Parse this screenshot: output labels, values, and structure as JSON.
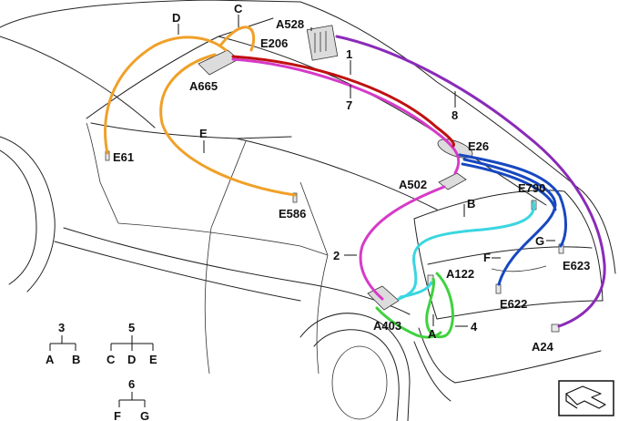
{
  "colors": {
    "orange": "#f0a028",
    "magenta": "#d63ac8",
    "darkred": "#c01010",
    "purple": "#8a2bb8",
    "cyan": "#3ad6e0",
    "blue": "#1848c0",
    "green": "#3ed23e",
    "outline": "#222222"
  },
  "labels": {
    "D": "D",
    "C": "C",
    "A528": "A528",
    "E206": "E206",
    "one": "1",
    "A665": "A665",
    "seven": "7",
    "eight": "8",
    "E": "E",
    "E61": "E61",
    "E26": "E26",
    "A502": "A502",
    "E790": "E790",
    "B": "B",
    "E586": "E586",
    "two": "2",
    "G": "G",
    "F": "F",
    "E623": "E623",
    "A122": "A122",
    "E622": "E622",
    "A403": "A403",
    "A": "A",
    "four": "4",
    "A24": "A24"
  },
  "legend": {
    "group3": {
      "num": "3",
      "left": "A",
      "right": "B"
    },
    "group5": {
      "num": "5",
      "left": "C",
      "mid": "D",
      "right": "E"
    },
    "group6": {
      "num": "6",
      "left": "F",
      "right": "G"
    }
  },
  "nav_icon": "page-forward-icon"
}
